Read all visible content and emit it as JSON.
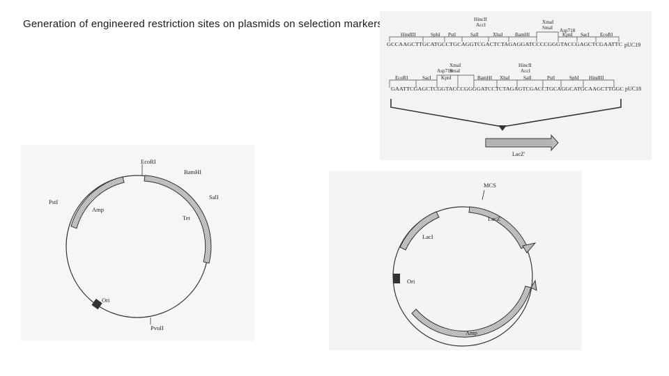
{
  "slide": {
    "title": "Generation of engineered restriction sites on plasmids on selection markers"
  },
  "puc19": {
    "name": "pUC19",
    "sequence": "GCCAAGCTTGCATGCCTGCAGGTCGACTCTAGAGGATCCCCGGGTACCGAGCTCGAATTC",
    "sites_bottom": [
      "HindIII",
      "SphI",
      "PstI",
      "SalI",
      "XbaI",
      "BamHI",
      "KpnI",
      "SacI",
      "EcoRI"
    ],
    "sites_top": [
      {
        "lines": [
          "HincII",
          "AccI",
          "SalI"
        ]
      },
      {
        "lines": [
          "XmaI",
          "SmaI"
        ]
      },
      {
        "lines": [
          "Asp718"
        ]
      }
    ]
  },
  "puc18": {
    "name": "pUC18",
    "sequence": "GAATTCGAGCTCGGTACCCGGGGATCCTCTAGAGTCGACCTGCAGGCATGCAAGCTTGGC",
    "sites_bottom": [
      "EcoRI",
      "SacI",
      "KpnI",
      "BamHI",
      "XbaI",
      "SalI",
      "PstI",
      "SphI",
      "HindIII"
    ],
    "sites_top": [
      {
        "lines": [
          "Asp718",
          "KpnI"
        ]
      },
      {
        "lines": [
          "XmaI",
          "SmaI"
        ]
      },
      {
        "lines": [
          "HincII",
          "AccI"
        ]
      }
    ]
  },
  "lacz_arrow_label": "LacZ'",
  "pbr322": {
    "sites": [
      "EcoRI",
      "BamHI",
      "SalI",
      "PstI",
      "PvuII"
    ],
    "genes": [
      "Amp",
      "Tet"
    ],
    "ori": "Ori"
  },
  "puc_map": {
    "labels": [
      "MCS",
      "LacZ'",
      "LacI",
      "Ori",
      "Amp"
    ]
  }
}
